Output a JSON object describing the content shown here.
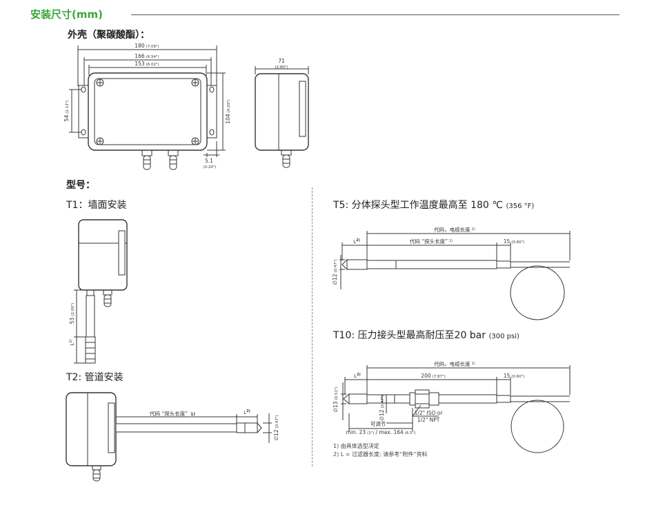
{
  "header": {
    "title": "安装尺寸(mm)"
  },
  "housing": {
    "heading": "外壳（聚碳酸酯）：",
    "dim_180": "180",
    "dim_180_in": "(7.09\")",
    "dim_166": "166",
    "dim_166_in": "(6.54\")",
    "dim_153": "153",
    "dim_153_in": "(6.02\")",
    "dim_54": "54",
    "dim_54_in": "(2.13\")",
    "dim_104": "104",
    "dim_104_in": "(4.09\")",
    "dim_5_1": "5.1",
    "dim_5_1_in": "(0.20\")",
    "dim_71": "71",
    "dim_71_in": "(2.80\")"
  },
  "models": {
    "heading": "型号：",
    "t1": {
      "title": "T1：墙面安装",
      "dim_53": "53",
      "dim_53_in": "(2.09\")",
      "l2": "L"
    },
    "t2": {
      "title": "T2: 管道安装",
      "probe_code": "代码 “探头长度”",
      "sup": "1)",
      "l2": "L",
      "sup2": "2)",
      "dia": "∅12",
      "dia_in": "(0.47\")"
    },
    "t5": {
      "title": "T5: 分体探头型工作温度最高至 180 ℃",
      "title_small": "(356 °F)",
      "cable_code": "代码，电缆长度",
      "sup1": "1)",
      "probe_code": "代码 “探头长度”",
      "l2": "L",
      "sup2": "2)",
      "dim_15": "15",
      "dim_15_in": "(0.60\")",
      "dia": "∅12",
      "dia_in": "(0.47\")"
    },
    "t10": {
      "title": "T10: 压力接头型最高耐压至20 bar",
      "title_small": "(300 psi)",
      "cable_code": "代码，电缆长度",
      "sup1": "1)",
      "l2": "L",
      "sup2": "2)",
      "dim_200": "200",
      "dim_200_in": "(7.87\")",
      "dim_15": "15",
      "dim_15_in": "(0.60\")",
      "dia13": "∅13",
      "dia13_in": "(0.51\")",
      "dia12": "∅12",
      "dia12_in": "(0.47\")",
      "thread1": "1/2\" ISO or",
      "thread2": "1/2\" NPT",
      "adjustable": "可调节",
      "minmax": "min. 23",
      "min_in": "(1\")",
      "max": "/ max. 164",
      "max_in": "(6.5\")"
    }
  },
  "notes": {
    "n1": "1) 由具体选型决定",
    "n2": "2) L = 过滤器长度; 请参考“附件”资料"
  }
}
